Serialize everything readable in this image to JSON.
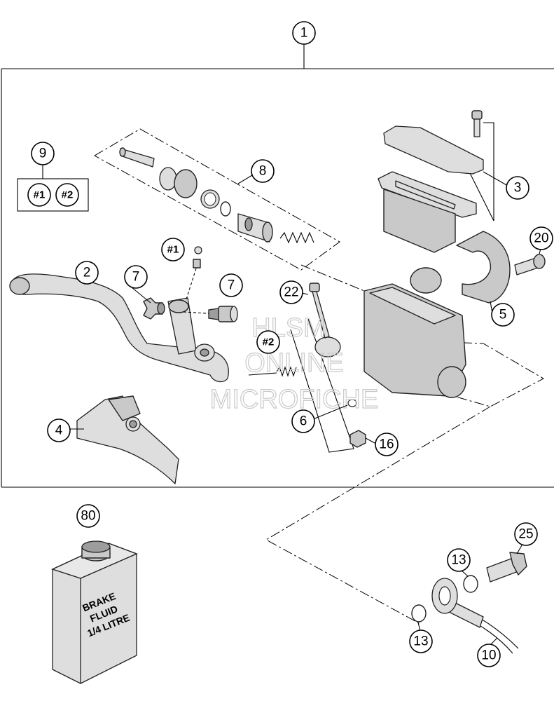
{
  "callouts": {
    "c1": "1",
    "c2": "2",
    "c3": "3",
    "c4": "4",
    "c5": "5",
    "c6": "6",
    "c7a": "7",
    "c7b": "7",
    "c8": "8",
    "c9": "9",
    "c10": "10",
    "c13a": "13",
    "c13b": "13",
    "c16": "16",
    "c20": "20",
    "c22": "22",
    "c25": "25",
    "c80": "80",
    "h1_box": "#1",
    "h2_box": "#2",
    "h1_part": "#1",
    "h2_part": "#2"
  },
  "bottle_label": {
    "line1": "BRAKE",
    "line2": "FLUID",
    "line3": "1/4 LITRE"
  },
  "watermark": {
    "line1": "HLSM",
    "line2": "ONLINE",
    "line3": "MICROFICHE"
  }
}
